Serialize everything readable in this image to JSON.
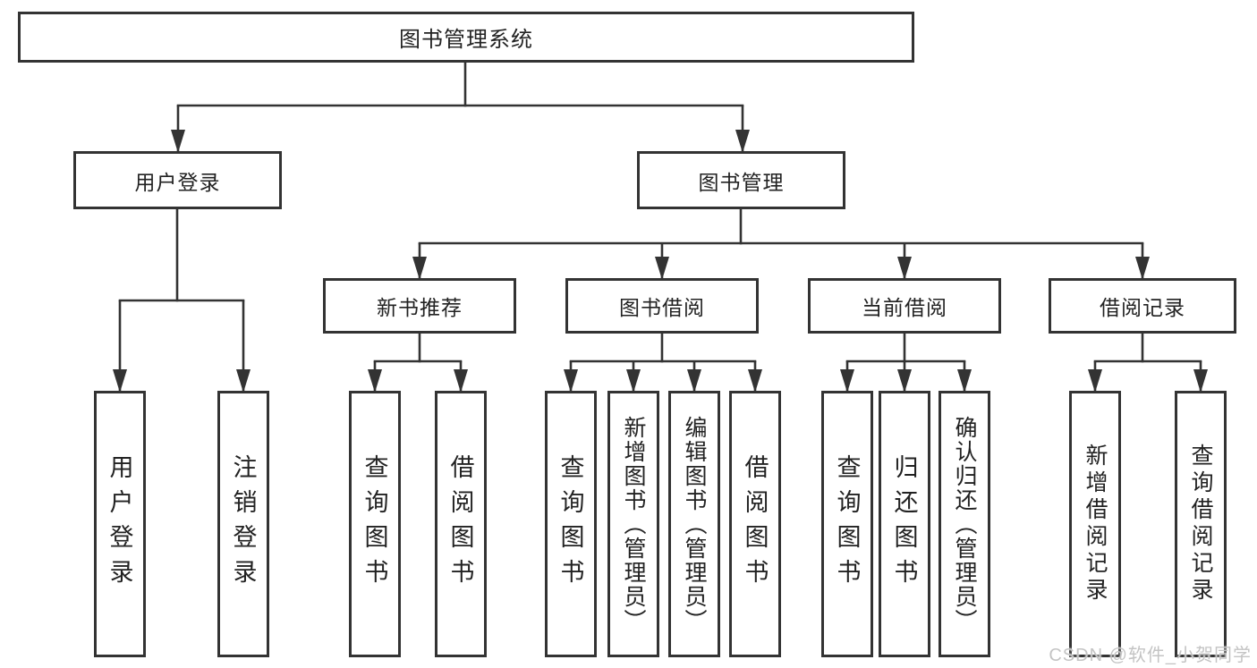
{
  "colors": {
    "line": "#333333",
    "box_border": "#333333",
    "box_fill": "#ffffff",
    "text": "#222222",
    "watermark": "#c4c4c4"
  },
  "tree": {
    "root": "图书管理系统",
    "branches": [
      {
        "label": "用户登录",
        "children": [
          "用户登录",
          "注销登录"
        ]
      },
      {
        "label": "图书管理",
        "groups": [
          {
            "label": "新书推荐",
            "children": [
              "查询图书",
              "借阅图书"
            ]
          },
          {
            "label": "图书借阅",
            "children": [
              "查询图书",
              "新增图书（管理员）",
              "编辑图书（管理员）",
              "借阅图书"
            ]
          },
          {
            "label": "当前借阅",
            "children": [
              "查询图书",
              "归还图书",
              "确认归还（管理员）"
            ]
          },
          {
            "label": "借阅记录",
            "children": [
              "新增借阅记录",
              "查询借阅记录"
            ]
          }
        ]
      }
    ]
  },
  "watermark": "CSDN @软件_小贺同学"
}
